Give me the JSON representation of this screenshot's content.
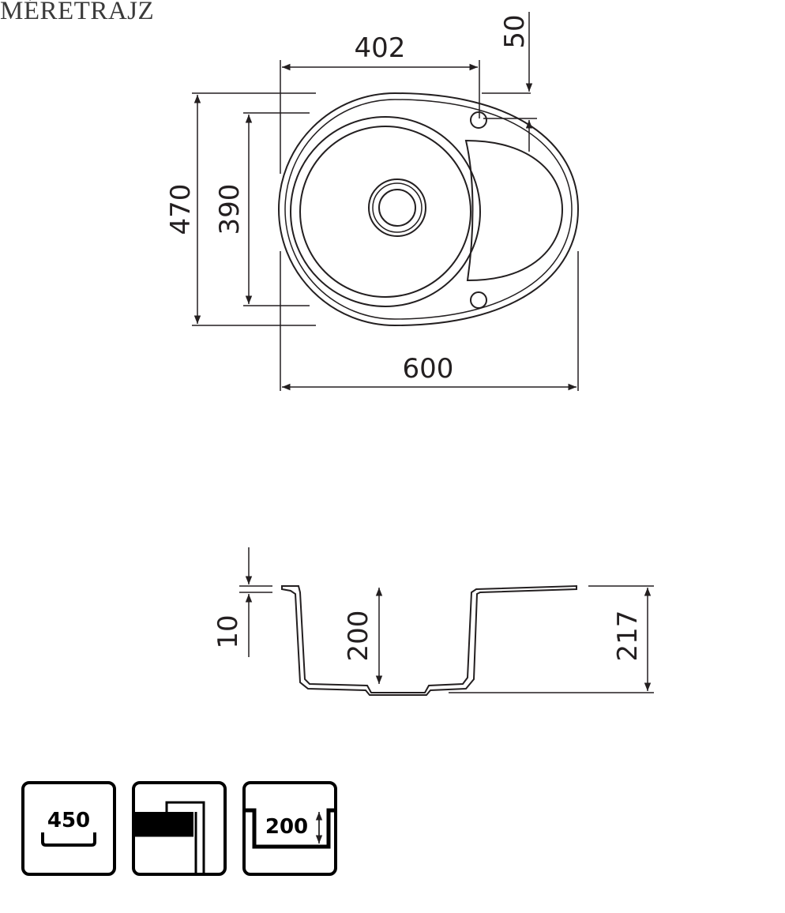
{
  "title": "MÉRETRAJZ",
  "top_view": {
    "dim_width_bowl": "402",
    "dim_tap_offset": "50",
    "dim_depth_total": "470",
    "dim_bowl_diameter": "390",
    "dim_width_total": "600"
  },
  "side_view": {
    "dim_rim": "10",
    "dim_bowl_depth": "200",
    "dim_total_height": "217"
  },
  "icons": {
    "cabinet_size": "450",
    "bowl_depth": "200"
  }
}
